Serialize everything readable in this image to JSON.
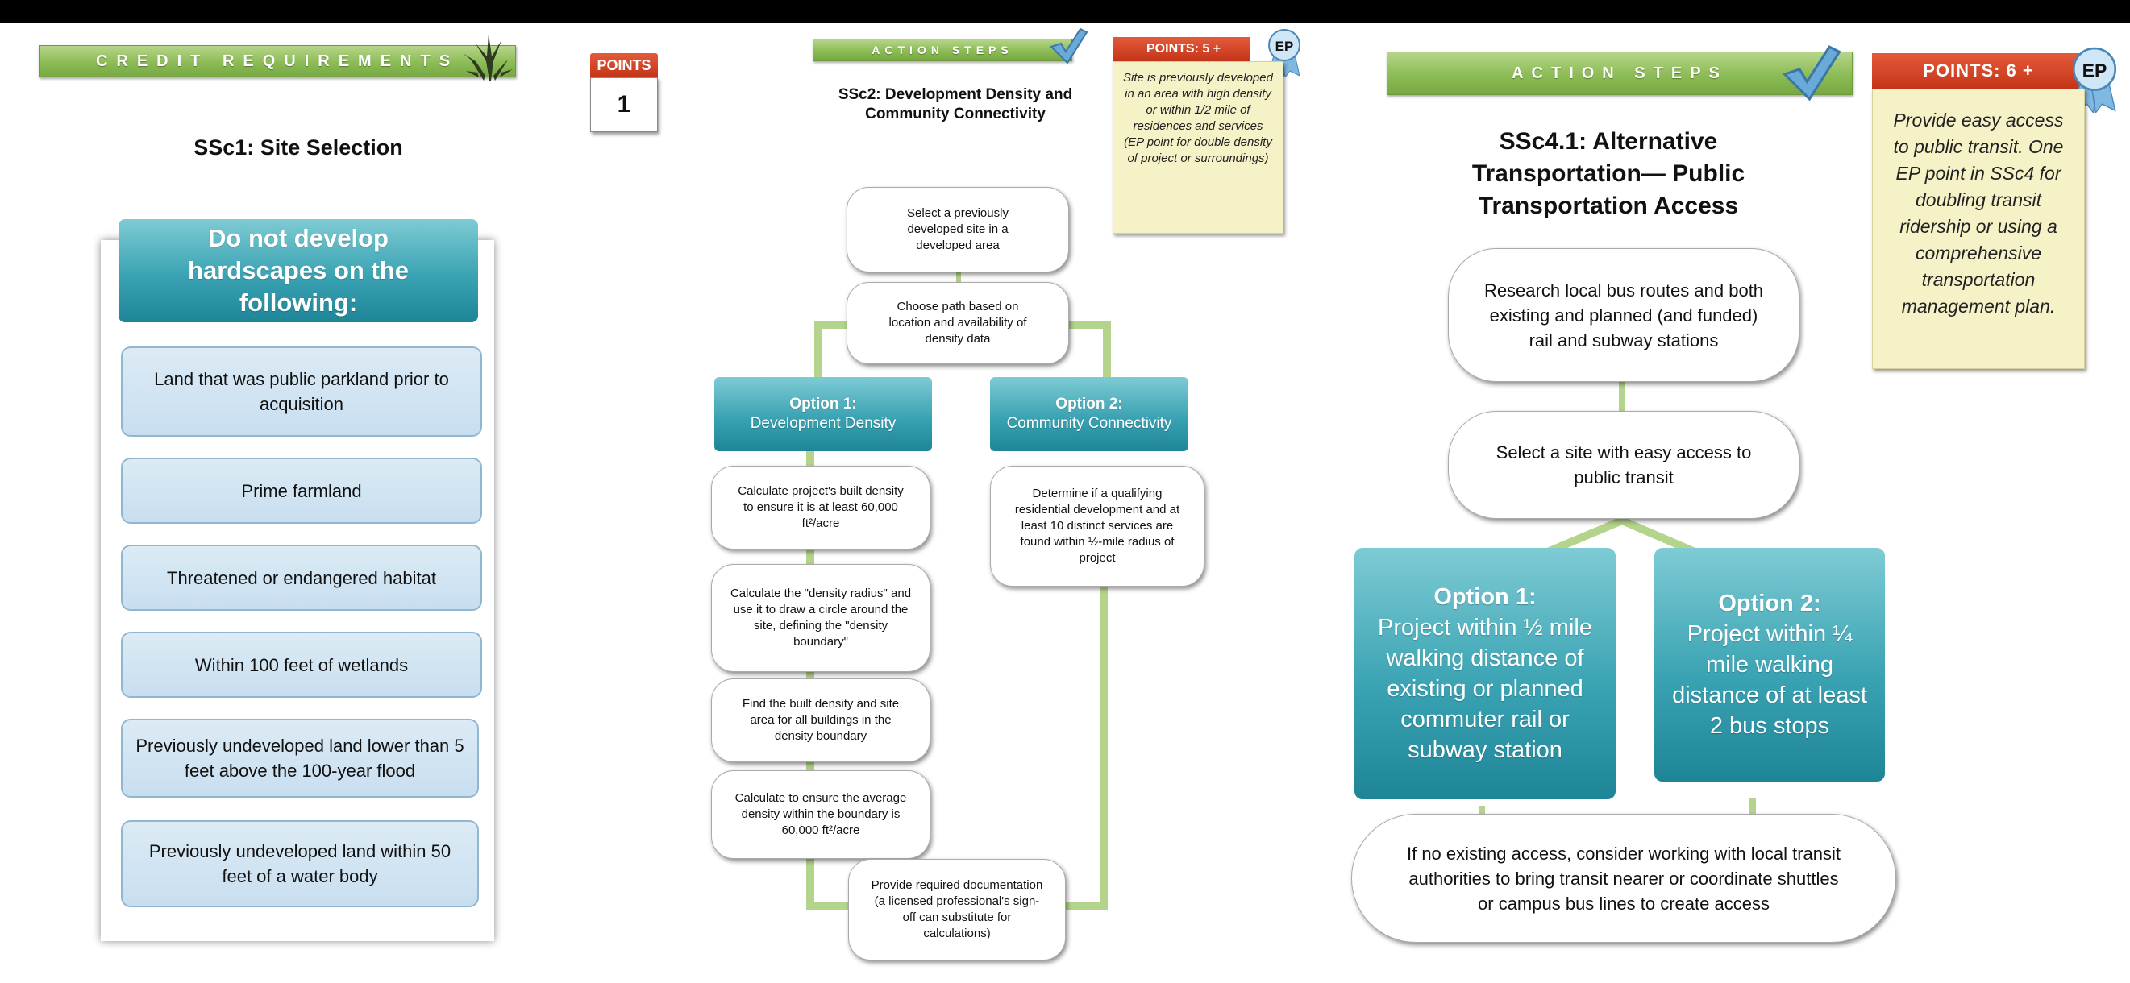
{
  "panel1": {
    "header": "CREDIT REQUIREMENTS",
    "points_label": "POINTS",
    "points_value": "1",
    "title": "SSc1: Site Selection",
    "list_heading": "Do not develop hardscapes on the following:",
    "items": [
      "Land that was public parkland prior to acquisition",
      "Prime farmland",
      "Threatened or endangered habitat",
      "Within 100 feet of wetlands",
      "Previously undeveloped land lower than 5 feet above the 100-year flood",
      "Previously undeveloped land within 50 feet of a water body"
    ]
  },
  "panel2": {
    "header": "ACTION STEPS",
    "points_label": "POINTS: 5 +",
    "ep_label": "EP",
    "points_note": "Site is previously developed in an area with high density or within 1/2 mile of residences and services (EP point for double density of project or surroundings)",
    "title": "SSc2: Development Density and Community Connectivity",
    "step1": "Select a previously developed site in a developed area",
    "step2": "Choose path based on location and availability of density data",
    "option1_title": "Option 1:",
    "option1_sub": "Development Density",
    "option2_title": "Option 2:",
    "option2_sub": "Community Connectivity",
    "opt1_steps": [
      "Calculate project's built density to ensure it is at least 60,000 ft²/acre",
      "Calculate the \"density radius\" and use it to draw a circle around the site, defining the \"density boundary\"",
      "Find the built density and site area for all buildings in the density boundary",
      "Calculate to ensure the average density within the boundary is 60,000 ft²/acre"
    ],
    "opt2_step": "Determine if a qualifying residential development and at least 10 distinct services are found within ½-mile radius of project",
    "final_step": "Provide required documentation (a licensed professional's sign-off can substitute for calculations)"
  },
  "panel3": {
    "header": "ACTION STEPS",
    "points_label": "POINTS: 6 +",
    "ep_label": "EP",
    "points_note": "Provide easy access to public transit. One EP point in SSc4 for doubling transit ridership or using a comprehensive transportation management plan.",
    "title": "SSc4.1: Alternative Transportation— Public Transportation Access",
    "step1": "Research local bus routes and both existing and planned (and funded) rail and subway stations",
    "step2": "Select a site with easy access to public transit",
    "option1_title": "Option 1:",
    "option1_text": "Project within ½ mile walking distance of existing or planned commuter rail or subway station",
    "option2_title": "Option 2:",
    "option2_text": "Project within ¼ mile walking distance of at least 2 bus stops",
    "final_step": "If no existing access, consider working with local transit authorities to bring transit nearer or coordinate shuttles or campus bus lines to create access"
  },
  "colors": {
    "banner_green": "#8cbc55",
    "points_red": "#c53518",
    "note_yellow": "#f6f2c8",
    "option_teal": "#3aa3b3",
    "connector_green": "#b5d48b",
    "list_blue": "#c8def0"
  },
  "icons": [
    "plant-icon",
    "checkmark-icon",
    "ribbon-icon"
  ]
}
